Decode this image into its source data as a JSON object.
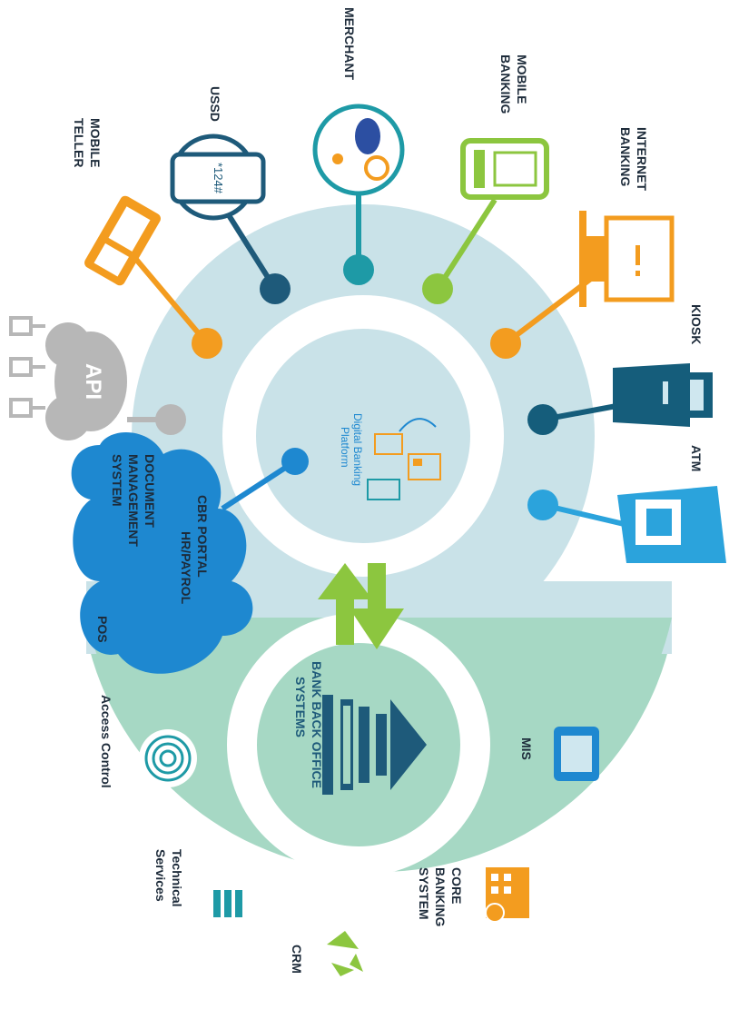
{
  "labels": {
    "merchant": "MERCHANT",
    "mobile_banking": [
      "MOBILE",
      "BANKING"
    ],
    "ussd": "USSD",
    "ussd_code": "*124#",
    "mobile_teller": [
      "MOBILE",
      "TELLER"
    ],
    "internet_banking": [
      "INTERNET",
      "BANKING"
    ],
    "kiosk": "KIOSK",
    "atm": "ATM",
    "api": "API",
    "platform": [
      "Digital Banking",
      "Platform"
    ],
    "cloud": [
      "CBR PORTAL",
      "HR/PAYROL",
      "DOCUMENT",
      "MANAGEMENT",
      "SYSTEM",
      "POS"
    ],
    "back_office": [
      "BANK BACK OFFICE",
      "SYSTEMS"
    ],
    "mis": "MIS",
    "core_banking": [
      "CORE",
      "BANKING",
      "SYSTEM"
    ],
    "crm": "CRM",
    "technical_services": [
      "Technical",
      "Services"
    ],
    "access_control": "Access Control"
  },
  "colors": {
    "outer_ring": "#c9e2e8",
    "inner_ring": "#ffffff",
    "core_circle": "#c9e2e8",
    "bottom_area": "#a6d8c4",
    "arrows": "#8cc63f",
    "teal": "#1e9aa6",
    "navy": "#1e5a7a",
    "green": "#8cc63f",
    "orange": "#f39c1f",
    "gray": "#b7b7b7",
    "blue": "#1e88d0",
    "dark_teal": "#155d7b",
    "light_blue": "#2ba3dc"
  },
  "icons": [
    "mobile-teller-icon",
    "ussd-phone-icon",
    "merchant-icon",
    "mobile-phone-icon",
    "monitor-icon",
    "kiosk-icon",
    "atm-icon",
    "api-cloud-icon",
    "platform-devices-icon",
    "bank-building-icon",
    "mis-card-icon",
    "core-banking-icon",
    "crm-recycle-icon",
    "server-rack-icon",
    "fingerprint-icon"
  ]
}
